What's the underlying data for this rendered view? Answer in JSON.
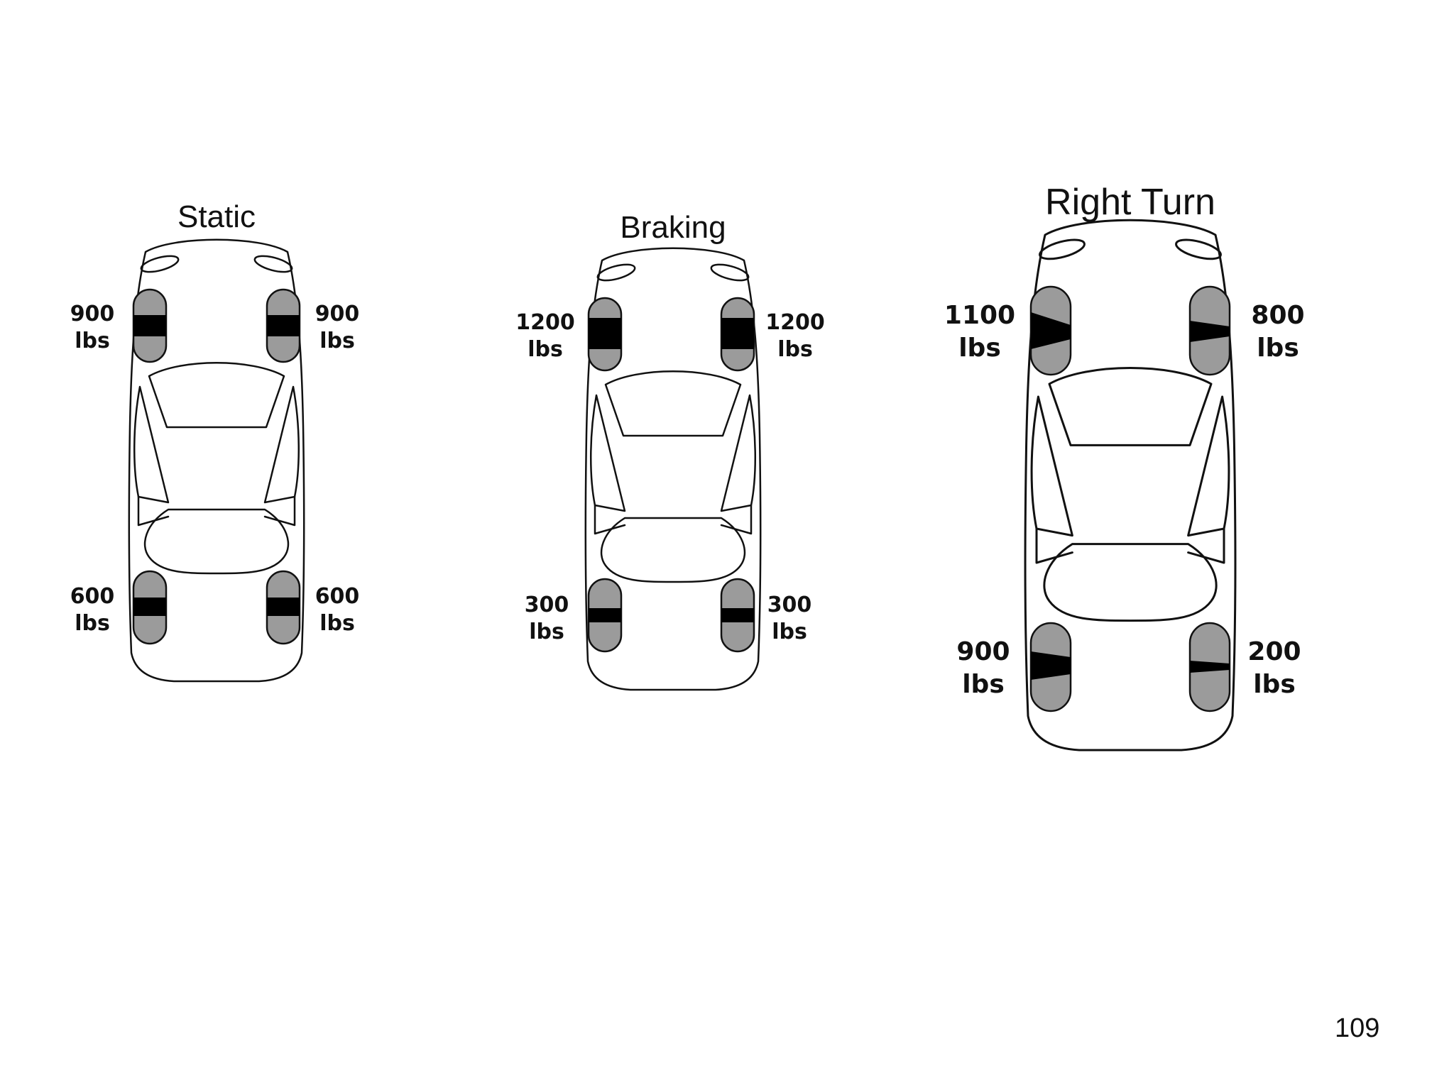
{
  "page_number": "109",
  "cars": [
    {
      "title": "Static",
      "wheels": {
        "front_left": {
          "load": "900",
          "unit": "lbs"
        },
        "front_right": {
          "load": "900",
          "unit": "lbs"
        },
        "rear_left": {
          "load": "600",
          "unit": "lbs"
        },
        "rear_right": {
          "load": "600",
          "unit": "lbs"
        }
      }
    },
    {
      "title": "Braking",
      "wheels": {
        "front_left": {
          "load": "1200",
          "unit": "lbs"
        },
        "front_right": {
          "load": "1200",
          "unit": "lbs"
        },
        "rear_left": {
          "load": "300",
          "unit": "lbs"
        },
        "rear_right": {
          "load": "300",
          "unit": "lbs"
        }
      }
    },
    {
      "title": "Right Turn",
      "wheels": {
        "front_left": {
          "load": "1100",
          "unit": "lbs"
        },
        "front_right": {
          "load": "800",
          "unit": "lbs"
        },
        "rear_left": {
          "load": "900",
          "unit": "lbs"
        },
        "rear_right": {
          "load": "200",
          "unit": "lbs"
        }
      }
    }
  ]
}
